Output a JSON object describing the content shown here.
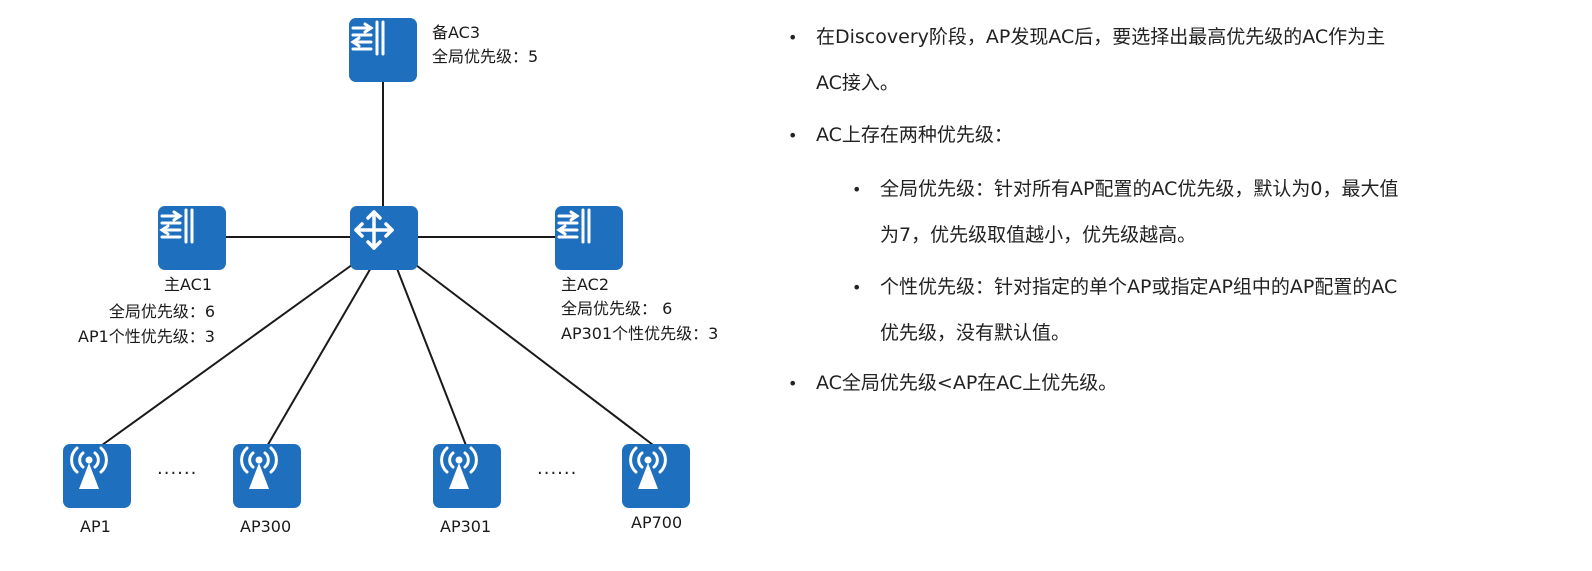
{
  "colors": {
    "device": "#1f6fbf",
    "link": "#1a1a1a"
  },
  "nodes": {
    "ac3": {
      "label": "备AC3",
      "global_priority": "全局优先级：5",
      "icon": "ac-icon"
    },
    "ac1": {
      "label": "主AC1",
      "global_priority": "全局优先级：6",
      "ap_priority": "AP1个性优先级：3",
      "icon": "ac-icon"
    },
    "ac2": {
      "label": "主AC2",
      "global_priority": "全局优先级： 6",
      "ap_priority": "AP301个性优先级：3",
      "icon": "ac-icon"
    },
    "switch": {
      "icon": "switch-icon"
    },
    "aps": [
      {
        "label": "AP1",
        "icon": "wireless-ap-icon"
      },
      {
        "label": "AP300",
        "icon": "wireless-ap-icon"
      },
      {
        "label": "AP301",
        "icon": "wireless-ap-icon"
      },
      {
        "label": "AP700",
        "icon": "wireless-ap-icon"
      }
    ],
    "ellipsis": "······"
  },
  "notes": {
    "bullet_symbol": "•",
    "b1_line1": "在Discovery阶段，AP发现AC后，要选择出最高优先级的AC作为主",
    "b1_line2": "AC接入。",
    "b2": "AC上存在两种优先级：",
    "b2a_line1": "全局优先级：针对所有AP配置的AC优先级，默认为0，最大值",
    "b2a_line2": "为7，优先级取值越小，优先级越高。",
    "b2b_line1": "个性优先级：针对指定的单个AP或指定AP组中的AP配置的AC",
    "b2b_line2": "优先级，没有默认值。",
    "b3": "AC全局优先级<AP在AC上优先级。"
  }
}
